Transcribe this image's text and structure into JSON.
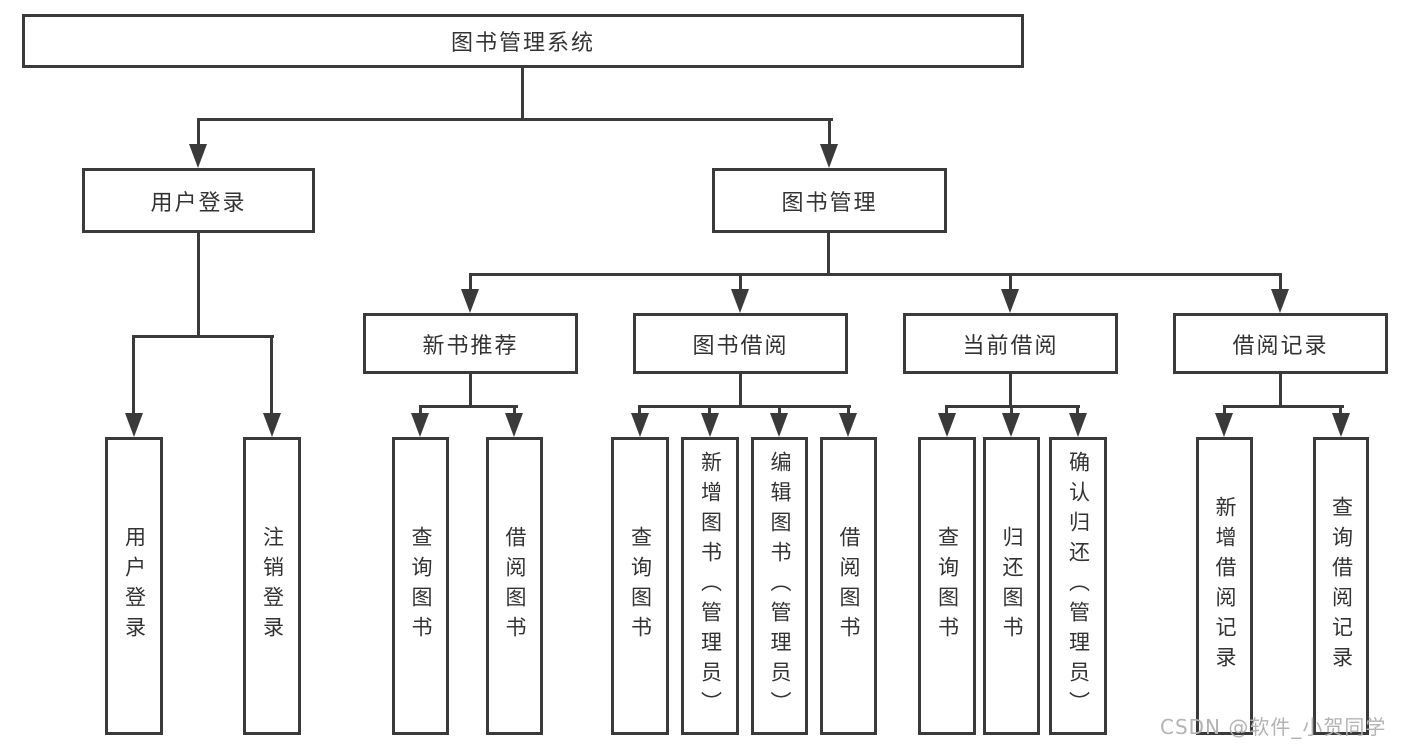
{
  "diagram": {
    "root": {
      "label": "图书管理系统"
    },
    "level2": {
      "user_login": {
        "label": "用户登录"
      },
      "book_management": {
        "label": "图书管理"
      }
    },
    "level3": {
      "new_book_recommend": {
        "label": "新书推荐"
      },
      "book_borrow": {
        "label": "图书借阅"
      },
      "current_borrow": {
        "label": "当前借阅"
      },
      "borrow_records": {
        "label": "借阅记录"
      }
    },
    "leaves": {
      "user_login": {
        "label": "用户登录"
      },
      "logout": {
        "label": "注销登录"
      },
      "query_books_recommend": {
        "label": "查询图书"
      },
      "borrow_books_recommend": {
        "label": "借阅图书"
      },
      "query_books_borrow": {
        "label": "查询图书"
      },
      "add_books_admin": {
        "label": "新增图书（管理员）"
      },
      "edit_books_admin": {
        "label": "编辑图书（管理员）"
      },
      "borrow_books_borrow": {
        "label": "借阅图书"
      },
      "query_books_current": {
        "label": "查询图书"
      },
      "return_books": {
        "label": "归还图书"
      },
      "confirm_return_admin": {
        "label": "确认归还（管理员）"
      },
      "add_borrow_record": {
        "label": "新增借阅记录"
      },
      "query_borrow_record": {
        "label": "查询借阅记录"
      }
    }
  },
  "watermark": {
    "text": "CSDN @软件_小贺同学"
  },
  "colors": {
    "line": "#3a3a3a",
    "text": "#333333",
    "watermark": "#b3b3b3",
    "background": "#ffffff"
  }
}
